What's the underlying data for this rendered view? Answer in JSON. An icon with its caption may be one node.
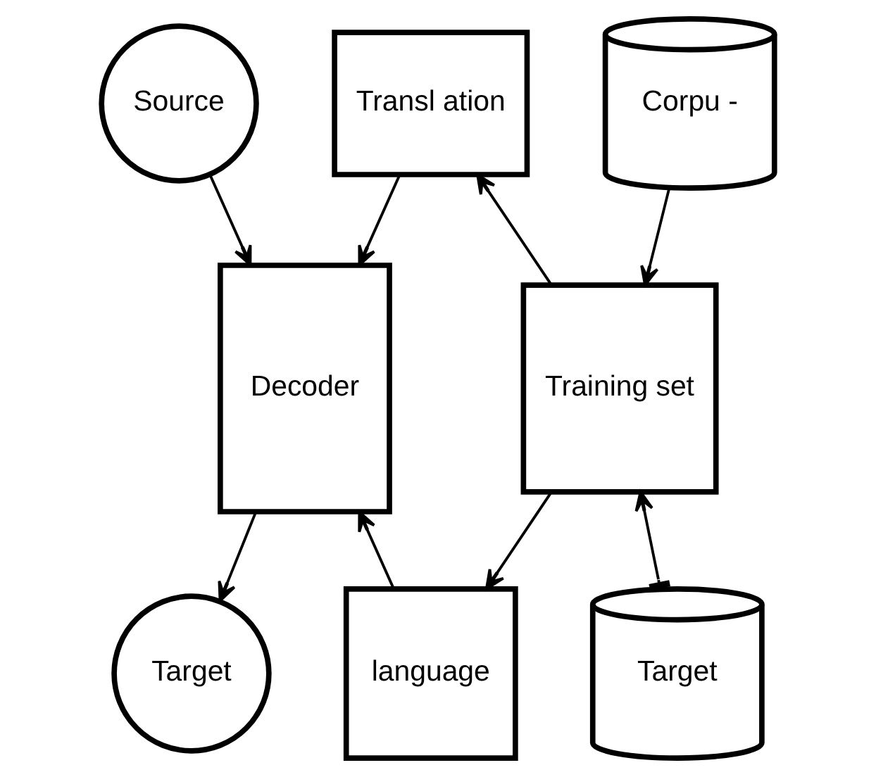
{
  "diagram": {
    "nodes": [
      {
        "text": [
          "Source"
        ]
      },
      {
        "text": [
          "Transl ation"
        ]
      },
      {
        "text": [
          "Corpu -"
        ]
      },
      {
        "text": [
          "Decoder"
        ]
      },
      {
        "text": [
          "Training set"
        ]
      },
      {
        "text": [
          "language"
        ]
      },
      {
        "text": [
          "Target"
        ]
      },
      {
        "text": [
          "Target"
        ]
      }
    ],
    "edges": [
      {
        "from": 0,
        "to": 3,
        "arrow": "to"
      },
      {
        "from": 1,
        "to": 3,
        "arrow": "to"
      },
      {
        "from": 4,
        "to": 1,
        "arrow": "to"
      },
      {
        "from": 2,
        "to": 4,
        "arrow": "to"
      },
      {
        "from": 4,
        "to": 5,
        "arrow": "to"
      },
      {
        "from": 5,
        "to": 3,
        "arrow": "to"
      },
      {
        "from": 3,
        "to": 6,
        "arrow": "to"
      },
      {
        "from": 7,
        "to": 4,
        "arrow": "to"
      }
    ]
  }
}
